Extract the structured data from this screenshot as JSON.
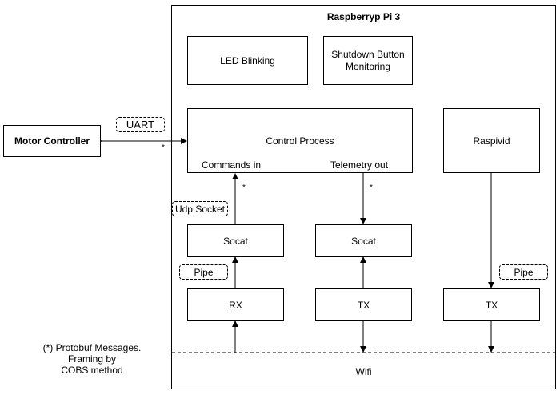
{
  "diagram": {
    "container_title": "Raspberryp Pi 3",
    "boxes": {
      "motor_controller": "Motor Controller",
      "led_blinking": "LED Blinking",
      "shutdown_line1": "Shutdown Button",
      "shutdown_line2": "Monitoring",
      "control_process": "Control Process",
      "commands_in": "Commands in",
      "telemetry_out": "Telemetry out",
      "raspivid": "Raspivid",
      "socat_left": "Socat",
      "socat_right": "Socat",
      "rx": "RX",
      "tx_mid": "TX",
      "tx_right": "TX"
    },
    "tags": {
      "uart": "UART",
      "udp_socket": "Udp Socket",
      "pipe_left": "Pipe",
      "pipe_right": "Pipe"
    },
    "asterisks": {
      "uart_link": "*",
      "commands_link": "*",
      "telemetry_link": "*"
    },
    "wifi": "Wifi",
    "footnote": {
      "line1": "(*) Protobuf Messages.",
      "line2": "Framing by",
      "line3": "COBS method"
    }
  }
}
